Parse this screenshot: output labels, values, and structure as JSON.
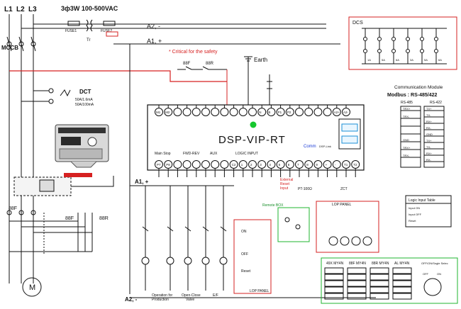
{
  "header": {
    "phases": [
      "L1",
      "L2",
      "L3"
    ],
    "supply": "3ф3W 100-500VAC",
    "mccb": "MCCB",
    "fuse1": "FUSE1",
    "fuse2": "FUSE2",
    "tr": "Tr",
    "a2_top": "A2, -",
    "a1_top": "A1, +",
    "critical": "* Critical for the safety",
    "earth": "Earth"
  },
  "dct": {
    "label": "DCT",
    "line1": "50A/1.6mA",
    "line2": "50A/100mA"
  },
  "module": {
    "title": "DSP-VIP-RT",
    "top_terminals": [
      "M1",
      "M2",
      "",
      "",
      "",
      "",
      "",
      "",
      "",
      "",
      "",
      "N",
      "B",
      "P1",
      "P2",
      "",
      "",
      "",
      "",
      "A2+",
      "A2-"
    ],
    "bottom_terminals": [
      "P7",
      "P8",
      "",
      "",
      "",
      "",
      "",
      "",
      "C2",
      "1",
      "2",
      "3",
      "4",
      "5",
      "6",
      "7",
      "8",
      "9",
      "+",
      "-",
      "T1",
      "T2"
    ],
    "group_run_stop": "Main Stop",
    "group_fwd_rev": "FWD-REV",
    "group_aux": "AUX",
    "group_logic": "LOGIC INPUT",
    "ext_reset": "External\nReset\nInput",
    "pt": "PT-100Ω",
    "zct": "ZCT",
    "comm": "Comm",
    "dsp": "DSP-Link"
  },
  "dcs": {
    "label": "DCS",
    "contacts": [
      "1A",
      "5A",
      "6A",
      "3A",
      "5A",
      "6A"
    ]
  },
  "comm_module": {
    "title": "Communication Module",
    "subtitle": "Modbus : RS-485/422",
    "left_header": "RS-485",
    "right_header": "RS-422",
    "left_pins": [
      "TRX+",
      "TRX-",
      "",
      "",
      "GND",
      "TRX+",
      "TRX-"
    ],
    "right_pins": [
      "TX+",
      "TX-",
      "RX+",
      "RX-",
      "GND",
      "TX+",
      "TX-",
      "RX+",
      "RX-"
    ]
  },
  "logic_table": {
    "title": "Logic Input Table",
    "rows": [
      "Input ON",
      "Input OFF",
      "Reset"
    ]
  },
  "left_rails": {
    "a1_bot": "A1, +",
    "a2_bot": "A2, -",
    "rf": "88F",
    "rr": "88R",
    "motor": "M"
  },
  "lop": {
    "label": "LOP PANEL",
    "remote": "Remote BOX",
    "panel_label": "LOP PANEL",
    "items": [
      "ON",
      "OFF",
      "Reset"
    ]
  },
  "captions": {
    "c1": "Operation for\nProduction",
    "c2": "Open-Close\nValve",
    "c3": "E/F"
  },
  "relay_table": {
    "cols": [
      "49X\nMY4N",
      "88F\nMY4N",
      "88R\nMY4N",
      "AL\nMY4N"
    ],
    "selector": "OFF/ON/Sngle Selec",
    "selector_off": "OFF",
    "selector_on": "ON"
  }
}
